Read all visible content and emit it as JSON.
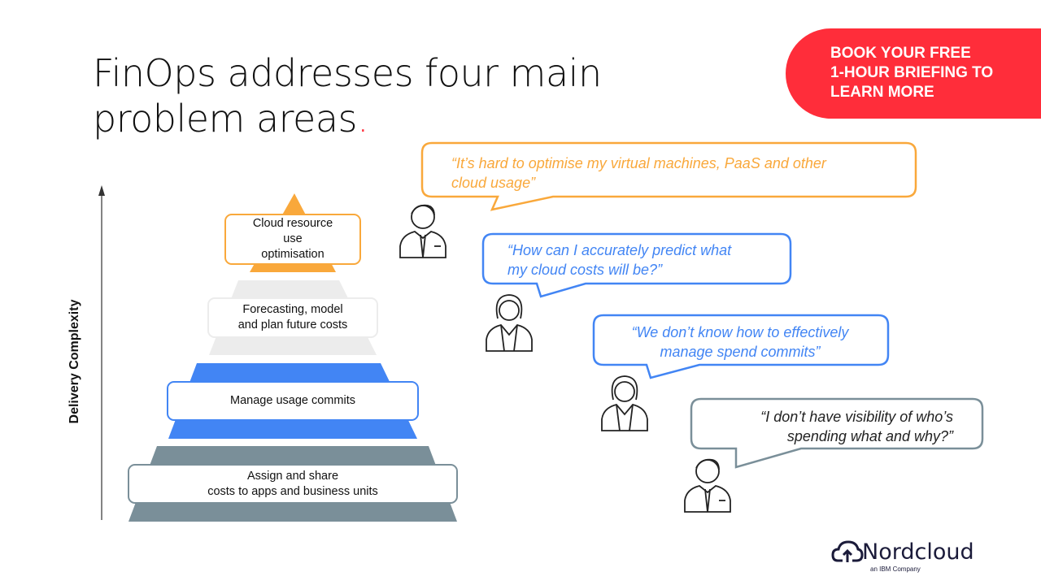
{
  "title": {
    "line1": "FinOps addresses four main",
    "line2": "problem areas",
    "dot": "."
  },
  "cta": {
    "line1": "BOOK YOUR FREE",
    "line2": "1-HOUR BRIEFING TO",
    "line3": "LEARN MORE"
  },
  "axis_label": "Delivery Complexity",
  "pyramid": [
    {
      "label_lines": [
        "Cloud resource",
        "use",
        "optimisation"
      ]
    },
    {
      "label_lines": [
        "Forecasting, model",
        "and plan future costs"
      ]
    },
    {
      "label_lines": [
        "Manage usage commits"
      ]
    },
    {
      "label_lines": [
        "Assign and share",
        "costs to apps and business units"
      ]
    }
  ],
  "quotes": [
    {
      "line1": "“It’s hard to optimise my virtual machines, PaaS and other",
      "line2": "cloud usage”"
    },
    {
      "line1": "“How can I accurately predict what",
      "line2": "my cloud costs will be?”"
    },
    {
      "line1": "“We don’t know how to effectively",
      "line2": "manage spend commits”"
    },
    {
      "line1": "“I don’t have visibility of who’s",
      "line2": "spending what and why?”"
    }
  ],
  "colors": {
    "orange": "#f9a83b",
    "gray": "#ececec",
    "blue": "#4285f4",
    "slate": "#7a8f99",
    "red": "#ff2d3a"
  },
  "logo": {
    "name": "Nordcloud",
    "sub": "an IBM Company"
  }
}
